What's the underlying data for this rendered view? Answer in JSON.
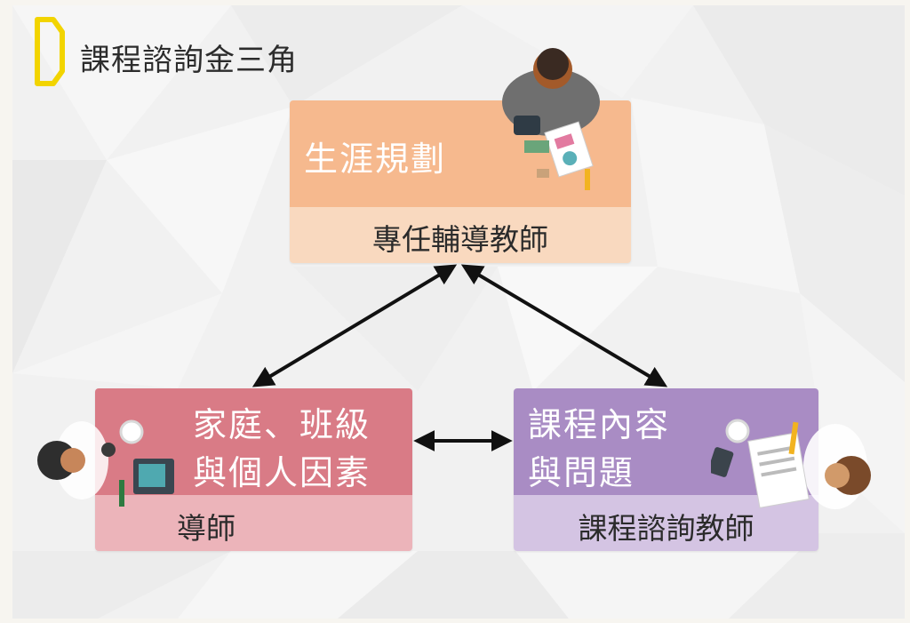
{
  "title": "課程諮詢金三角",
  "nodes": {
    "career": {
      "category": "生涯規劃",
      "role": "專任輔導教師"
    },
    "family": {
      "category_line1": "家庭、班級",
      "category_line2": "與個人因素",
      "role": "導師"
    },
    "course": {
      "category_line1": "課程內容",
      "category_line2": "與問題",
      "role": "課程諮詢教師"
    }
  },
  "colors": {
    "accent_bracket": "#f2d400",
    "career_top": "#f6b98e",
    "career_bottom": "#f9d9bf",
    "family_top": "#d97b86",
    "family_bottom": "#ecb4ba",
    "course_top": "#a98cc4",
    "course_bottom": "#d4c4e3"
  },
  "edges": [
    {
      "from": "career",
      "to": "family",
      "direction": "both"
    },
    {
      "from": "career",
      "to": "course",
      "direction": "both"
    },
    {
      "from": "family",
      "to": "course",
      "direction": "both"
    }
  ]
}
